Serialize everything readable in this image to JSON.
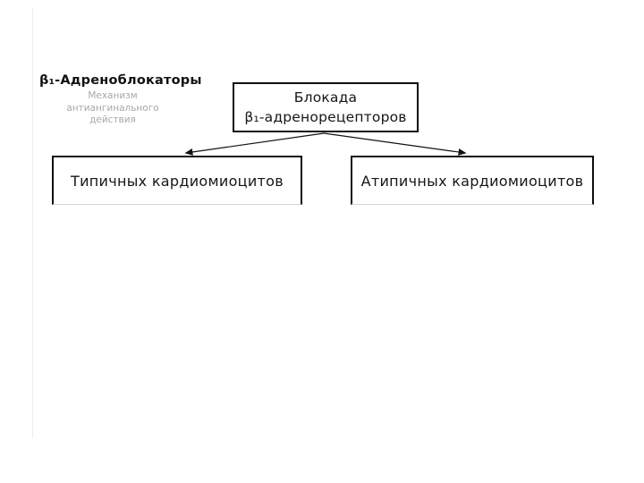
{
  "slide": {
    "background_color": "#ffffff",
    "edge_line_color": "#ededed"
  },
  "header": {
    "title": "β₁-Адреноблокаторы",
    "subtitle_lines": [
      "Механизм",
      "антиангинального",
      "действия"
    ],
    "subtitle_color": "#a8a8a8",
    "title_color": "#121212"
  },
  "diagram": {
    "type": "flowchart",
    "root_box": {
      "lines": [
        "Блокада",
        "β₁-адренорецепторов"
      ]
    },
    "children": [
      {
        "label": "Типичных кардиомиоцитов"
      },
      {
        "label": "Атипичных кардиомиоцитов"
      }
    ],
    "arrow_color": "#111111",
    "box_border_color": "#0e0e0e"
  }
}
